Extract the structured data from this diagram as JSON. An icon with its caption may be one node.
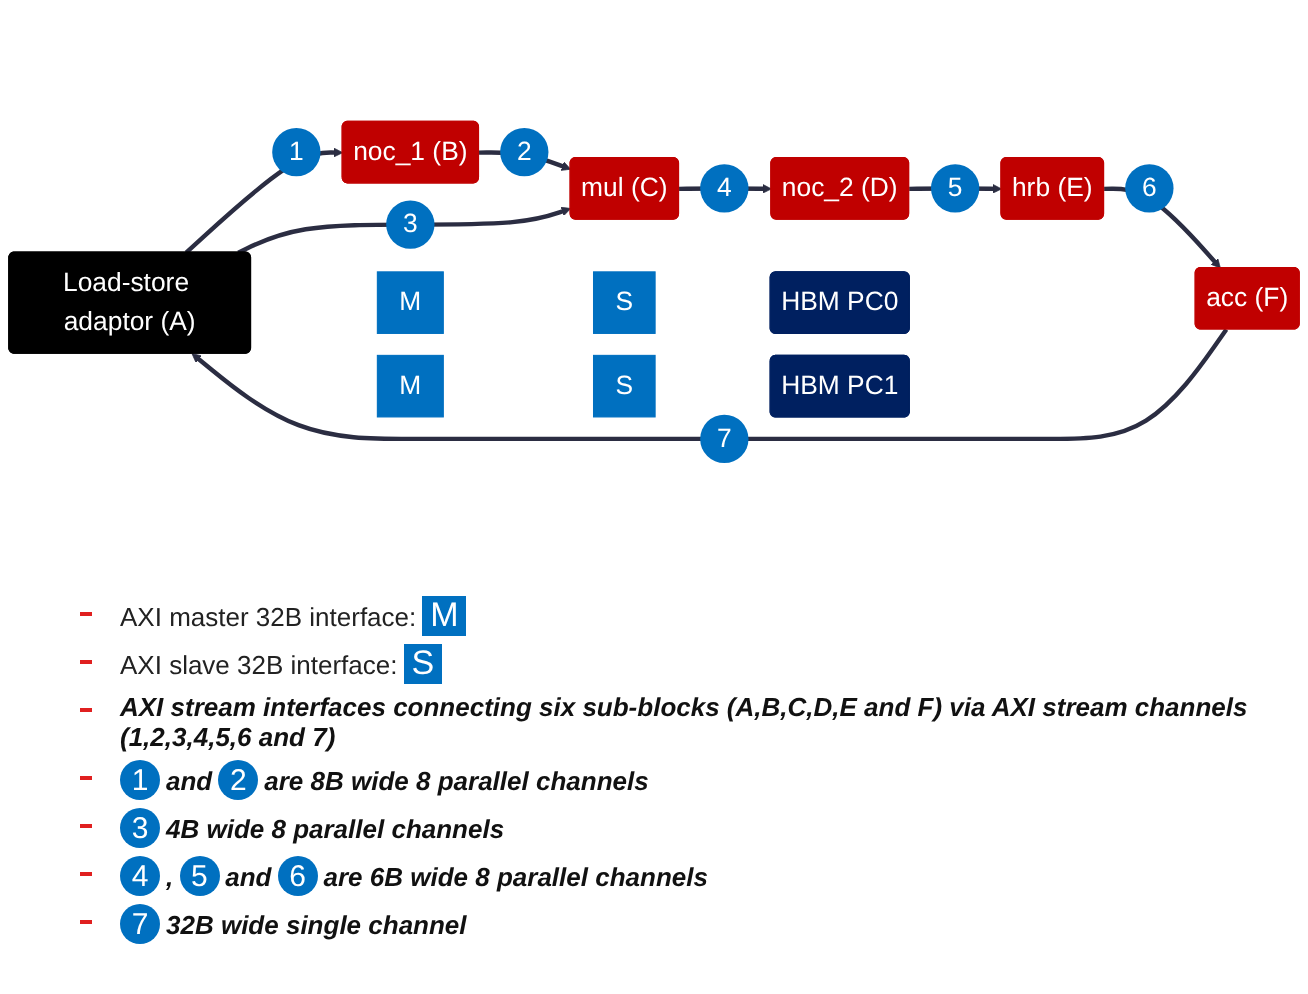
{
  "diagram": {
    "nodes": [
      {
        "text": [
          "Load-store adaptor (A)"
        ]
      },
      {
        "text": [
          "noc_1 (B)"
        ]
      },
      {
        "text": [
          "mul (C)"
        ]
      },
      {
        "text": [
          "noc_2 (D)"
        ]
      },
      {
        "text": [
          "hrb (E)"
        ]
      },
      {
        "text": [
          "acc (F)"
        ]
      },
      {
        "text": [
          "M"
        ]
      },
      {
        "text": [
          "M"
        ]
      },
      {
        "text": [
          "S"
        ]
      },
      {
        "text": [
          "S"
        ]
      },
      {
        "text": [
          "HBM PC0"
        ]
      },
      {
        "text": [
          "HBM PC1"
        ]
      }
    ],
    "edges": [
      {
        "from": 0,
        "to": 1,
        "arrow": "to",
        "label": "1"
      },
      {
        "from": 1,
        "to": 2,
        "arrow": "to",
        "label": "2"
      },
      {
        "from": 0,
        "to": 2,
        "arrow": "to",
        "label": "3"
      },
      {
        "from": 2,
        "to": 3,
        "arrow": "to",
        "label": "4"
      },
      {
        "from": 3,
        "to": 4,
        "arrow": "to",
        "label": "5"
      },
      {
        "from": 4,
        "to": 5,
        "arrow": "to",
        "label": "6"
      },
      {
        "from": 5,
        "to": 0,
        "arrow": "to",
        "label": "7"
      }
    ],
    "labels": [
      "AXI master 32B interface:",
      "M",
      "AXI slave 32B interface:",
      "S",
      "AXI stream interfaces connecting six sub-blocks (A,B,C,D,E and F) via AXI stream channels (1,2,3,4,5,6 and 7)",
      "1",
      "and",
      "2",
      "are 8B wide 8 parallel channels",
      "3",
      "4B wide 8 parallel channels",
      "4",
      ",",
      "5",
      "and",
      "6",
      "are 6B wide 8 parallel channels",
      "7",
      "32B wide single channel"
    ]
  }
}
